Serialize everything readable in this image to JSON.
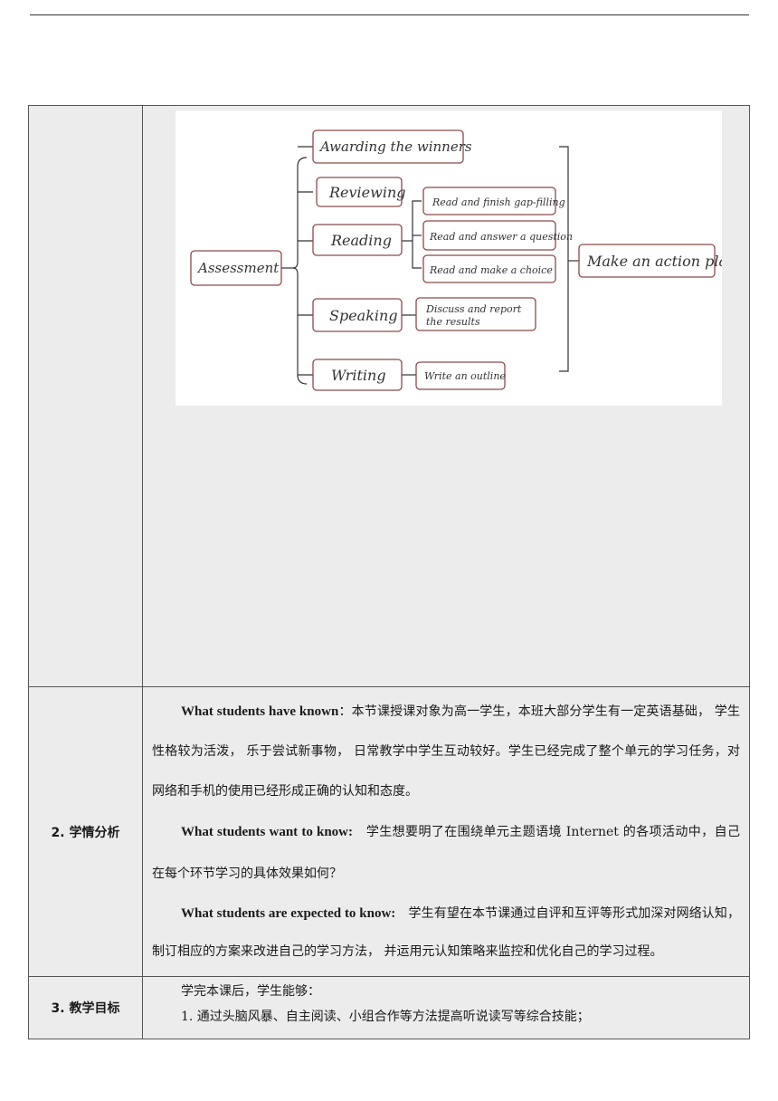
{
  "diagram": {
    "root": "Assessment",
    "branches": [
      "Awarding the winners",
      "Reviewing",
      "Reading",
      "Speaking",
      "Writing"
    ],
    "reading_tasks": [
      "Read and finish gap-filling",
      "Read and answer a question",
      "Read and make a choice"
    ],
    "speaking_task_line1": "Discuss and report",
    "speaking_task_line2": "the results",
    "writing_task": "Write an outline",
    "outcome": "Make an action plan"
  },
  "section2": {
    "label": "2. 学情分析",
    "p1_head": "What students have known",
    "p1_body": "：本节课授课对象为高一学生，本班大部分学生有一定英语基础， 学生性格较为活泼， 乐于尝试新事物， 日常教学中学生互动较好。学生已经完成了整个单元的学习任务，对网络和手机的使用已经形成正确的认知和态度。",
    "p2_head": "What students want to know:",
    "p2_body": "　学生想要明了在围绕单元主题语境 Internet 的各项活动中，自己在每个环节学习的具体效果如何？",
    "p3_head": "What students are expected to know:",
    "p3_body": "　学生有望在本节课通过自评和互评等形式加深对网络认知，制订相应的方案来改进自己的学习方法， 并运用元认知策略来监控和优化自己的学习过程。"
  },
  "section3": {
    "label": "3. 教学目标",
    "line1": "学完本课后，学生能够：",
    "line2": "1. 通过头脑风暴、自主阅读、小组合作等方法提高听说读写等综合技能；"
  }
}
